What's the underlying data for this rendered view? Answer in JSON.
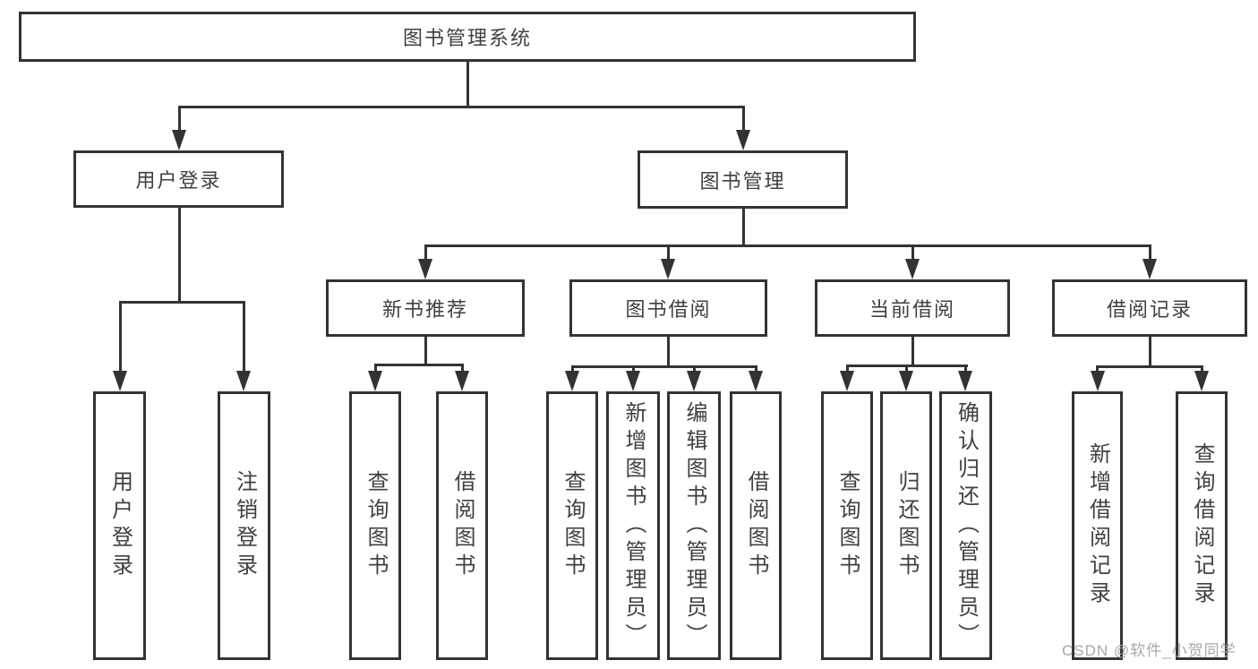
{
  "nodes": {
    "root": {
      "label": "图书管理系统"
    },
    "level1": [
      {
        "label": "用户登录"
      },
      {
        "label": "图书管理"
      }
    ],
    "level2": [
      {
        "label": "新书推荐"
      },
      {
        "label": "图书借阅"
      },
      {
        "label": "当前借阅"
      },
      {
        "label": "借阅记录"
      }
    ],
    "leaves": [
      {
        "label": "用户登录"
      },
      {
        "label": "注销登录"
      },
      {
        "label": "查询图书"
      },
      {
        "label": "借阅图书"
      },
      {
        "label": "查询图书"
      },
      {
        "label": "新增图书（管理员）"
      },
      {
        "label": "编辑图书（管理员）"
      },
      {
        "label": "借阅图书"
      },
      {
        "label": "查询图书"
      },
      {
        "label": "归还图书"
      },
      {
        "label": "确认归还（管理员）"
      },
      {
        "label": "新增借阅记录"
      },
      {
        "label": "查询借阅记录"
      }
    ]
  },
  "watermark": "CSDN @软件_小贺同学",
  "colors": {
    "line": "#333333",
    "text": "#404040",
    "background": "#ffffff",
    "watermark": "#a8a8a8"
  }
}
